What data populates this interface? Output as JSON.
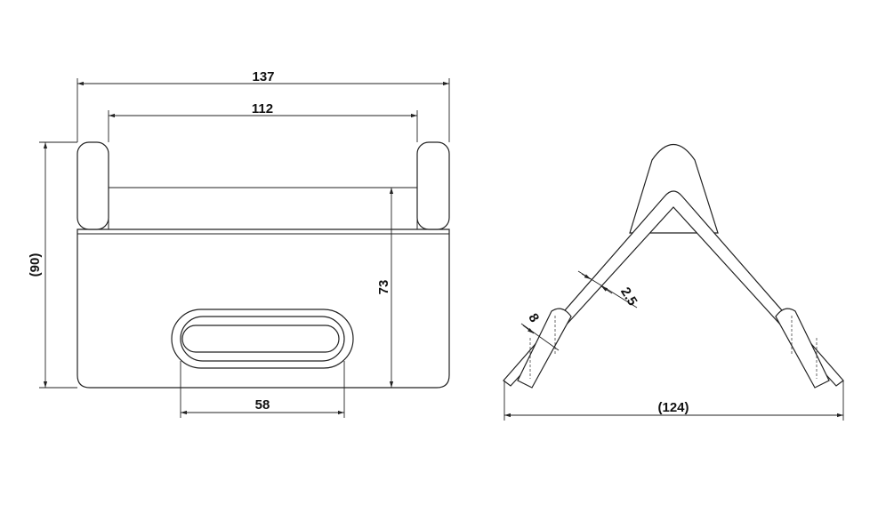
{
  "front_view": {
    "dim_overall_width": "137",
    "dim_inner_width": "112",
    "dim_height": "(90)",
    "dim_lower_height": "73",
    "dim_slot_width": "58"
  },
  "side_view": {
    "dim_thickness": "2.5",
    "dim_pad": "8",
    "dim_span": "(124)"
  }
}
